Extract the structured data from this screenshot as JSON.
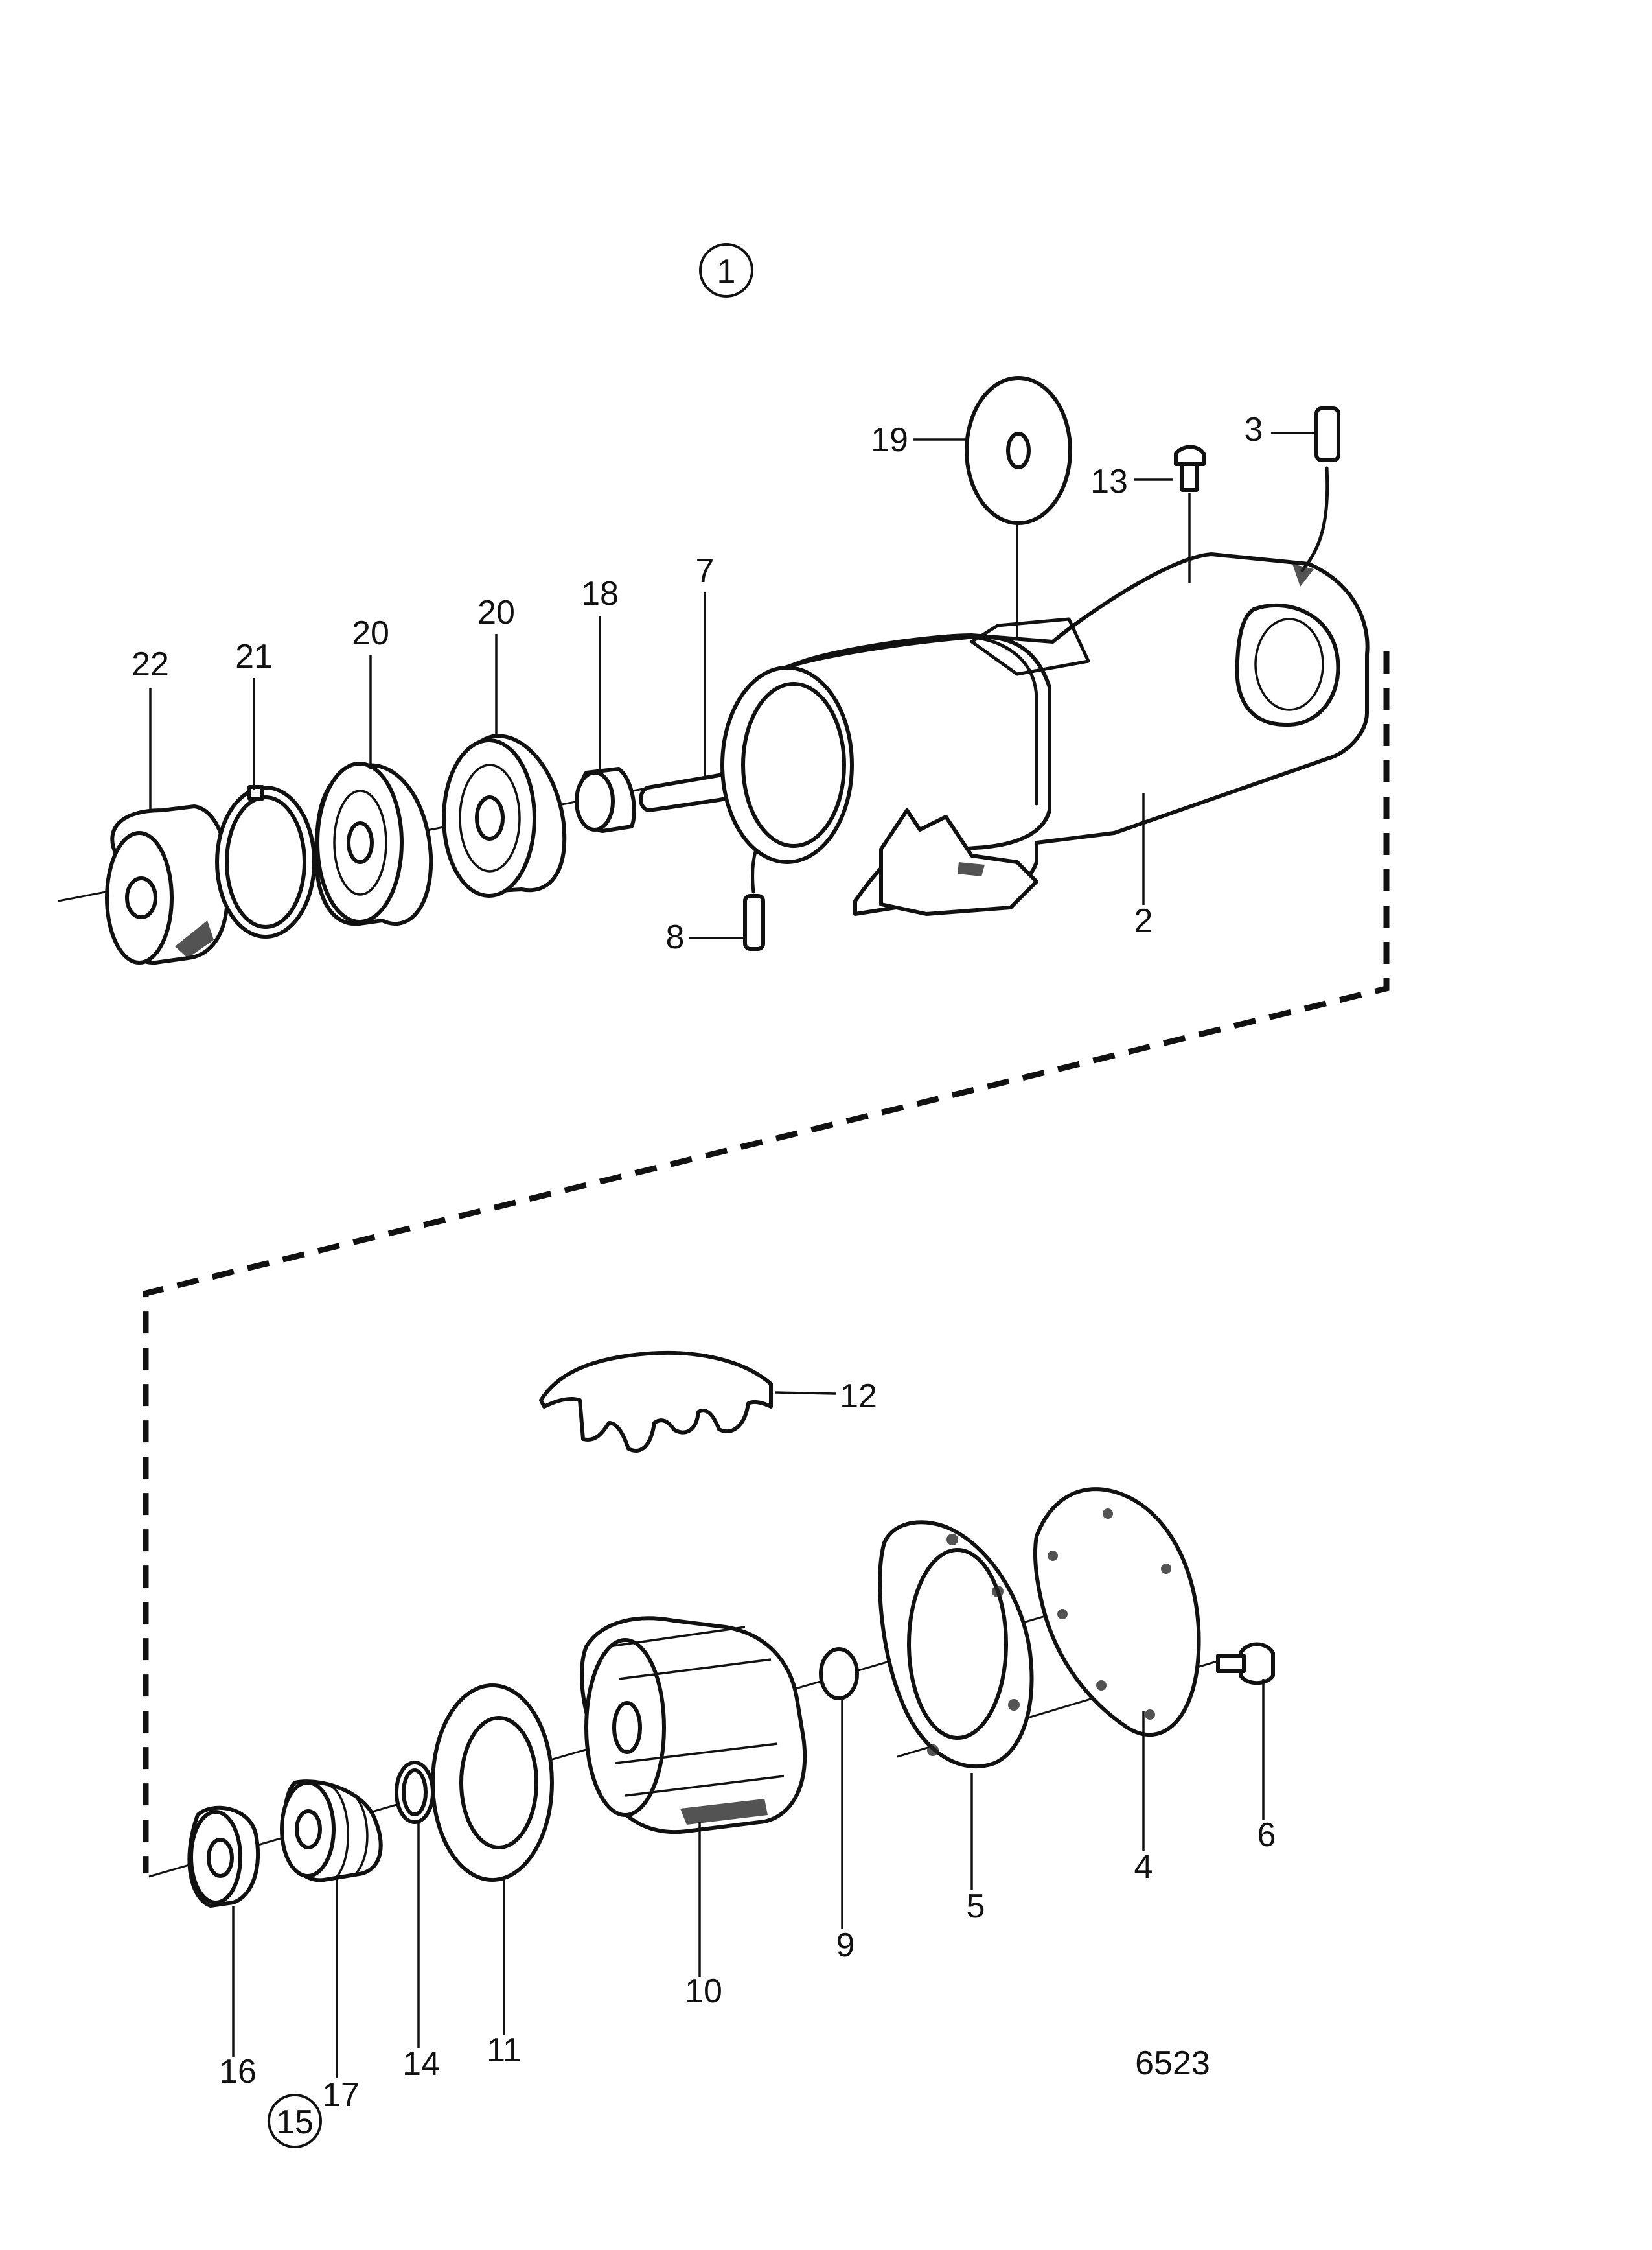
{
  "labels": {
    "group_top": "1",
    "group_bottom": "15",
    "drawing_number": "6523",
    "p2": "2",
    "p3": "3",
    "p4": "4",
    "p5": "5",
    "p6": "6",
    "p7": "7",
    "p8": "8",
    "p9": "9",
    "p10": "10",
    "p11": "11",
    "p12": "12",
    "p13": "13",
    "p14": "14",
    "p16": "16",
    "p17": "17",
    "p18": "18",
    "p19": "19",
    "p20a": "20",
    "p20b": "20",
    "p21": "21",
    "p22": "22"
  }
}
